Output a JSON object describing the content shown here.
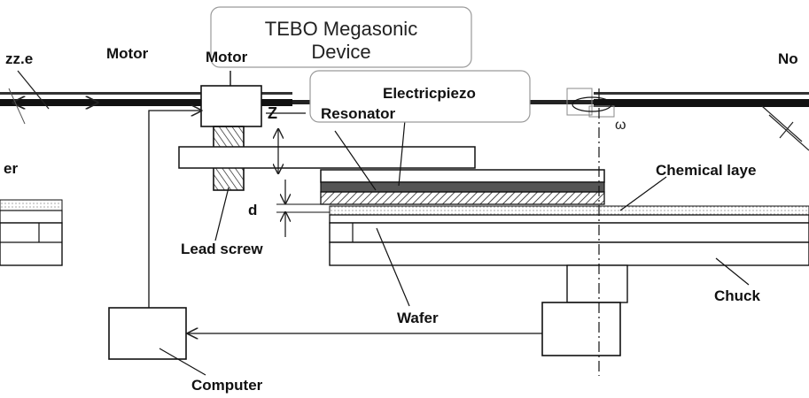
{
  "labels": {
    "callout_title_line1": "TEBO Megasonic",
    "callout_title_line2": "Device",
    "callout_inner_line1": "Electricpiezo",
    "callout_inner_line2": "Resonator",
    "top_left_fragment": "zz.e",
    "top_motor_fragment_1": "Motor",
    "top_motor_fragment_2": "Motor",
    "top_right_fragment": "No",
    "z_label": "Z",
    "omega": "ω",
    "left_fragment": "er",
    "chemical_layer": "Chemical laye",
    "d_label": "d",
    "lead_screw": "Lead screw",
    "chuck": "Chuck",
    "wafer": "Wafer",
    "computer": "Computer"
  }
}
